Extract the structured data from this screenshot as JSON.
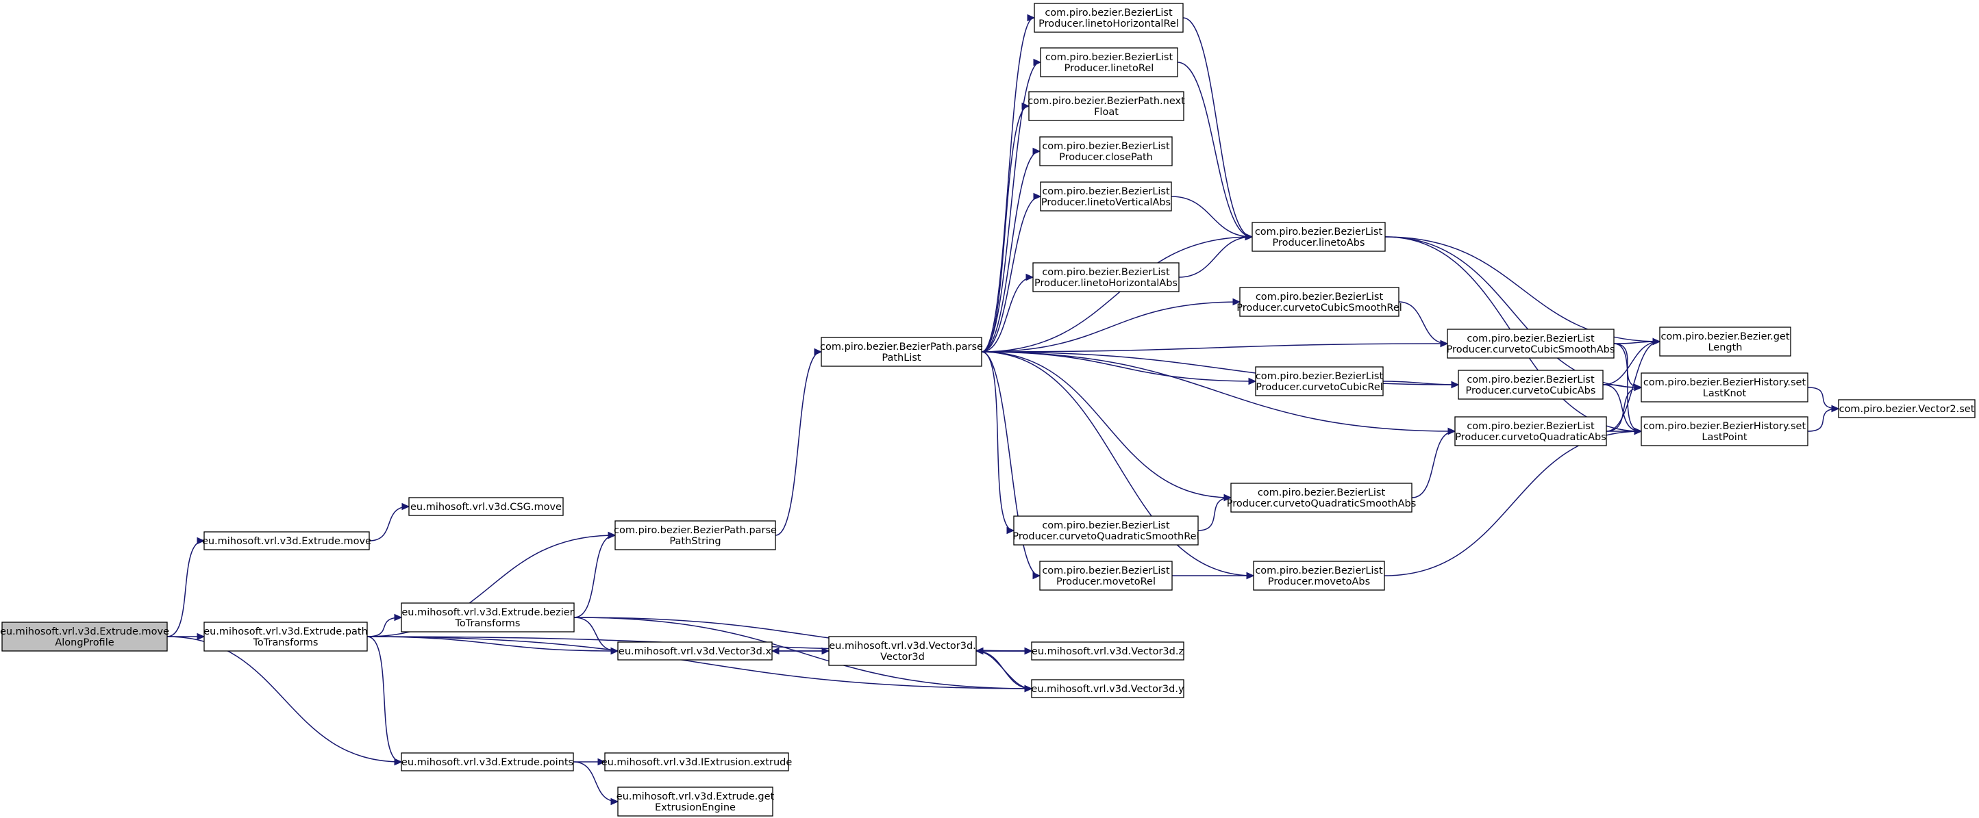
{
  "diagram": {
    "type": "call-graph",
    "colors": {
      "edge": "#191970",
      "root_fill": "#bfbfbf",
      "node_fill": "#ffffff",
      "node_stroke": "#000000"
    },
    "nodes": [
      {
        "id": "root",
        "lines": [
          "eu.mihosoft.vrl.v3d.Extrude.move",
          "AlongProfile"
        ],
        "root": true
      },
      {
        "id": "move",
        "lines": [
          "eu.mihosoft.vrl.v3d.Extrude.move"
        ]
      },
      {
        "id": "csgmove",
        "lines": [
          "eu.mihosoft.vrl.v3d.CSG.move"
        ]
      },
      {
        "id": "p2t",
        "lines": [
          "eu.mihosoft.vrl.v3d.Extrude.path",
          "ToTransforms"
        ]
      },
      {
        "id": "bez2t",
        "lines": [
          "eu.mihosoft.vrl.v3d.Extrude.bezier",
          "ToTransforms"
        ]
      },
      {
        "id": "points",
        "lines": [
          "eu.mihosoft.vrl.v3d.Extrude.points"
        ]
      },
      {
        "id": "parseStr",
        "lines": [
          "com.piro.bezier.BezierPath.parse",
          "PathString"
        ]
      },
      {
        "id": "vx",
        "lines": [
          "eu.mihosoft.vrl.v3d.Vector3d.x"
        ]
      },
      {
        "id": "iextrude",
        "lines": [
          "eu.mihosoft.vrl.v3d.IExtrusion.extrude"
        ]
      },
      {
        "id": "getEng",
        "lines": [
          "eu.mihosoft.vrl.v3d.Extrude.get",
          "ExtrusionEngine"
        ]
      },
      {
        "id": "parseList",
        "lines": [
          "com.piro.bezier.BezierPath.parse",
          "PathList"
        ]
      },
      {
        "id": "v3d",
        "lines": [
          "eu.mihosoft.vrl.v3d.Vector3d.",
          "Vector3d"
        ]
      },
      {
        "id": "vz",
        "lines": [
          "eu.mihosoft.vrl.v3d.Vector3d.z"
        ]
      },
      {
        "id": "vy",
        "lines": [
          "eu.mihosoft.vrl.v3d.Vector3d.y"
        ]
      },
      {
        "id": "lHRel",
        "lines": [
          "com.piro.bezier.BezierList",
          "Producer.linetoHorizontalRel"
        ]
      },
      {
        "id": "lRel",
        "lines": [
          "com.piro.bezier.BezierList",
          "Producer.linetoRel"
        ]
      },
      {
        "id": "nextF",
        "lines": [
          "com.piro.bezier.BezierPath.next",
          "Float"
        ]
      },
      {
        "id": "close",
        "lines": [
          "com.piro.bezier.BezierList",
          "Producer.closePath"
        ]
      },
      {
        "id": "lVAbs",
        "lines": [
          "com.piro.bezier.BezierList",
          "Producer.linetoVerticalAbs"
        ]
      },
      {
        "id": "lHAbs",
        "lines": [
          "com.piro.bezier.BezierList",
          "Producer.linetoHorizontalAbs"
        ]
      },
      {
        "id": "cQSRel",
        "lines": [
          "com.piro.bezier.BezierList",
          "Producer.curvetoQuadraticSmoothRel"
        ]
      },
      {
        "id": "mRel",
        "lines": [
          "com.piro.bezier.BezierList",
          "Producer.movetoRel"
        ]
      },
      {
        "id": "lAbs",
        "lines": [
          "com.piro.bezier.BezierList",
          "Producer.linetoAbs"
        ]
      },
      {
        "id": "cCSRel",
        "lines": [
          "com.piro.bezier.BezierList",
          "Producer.curvetoCubicSmoothRel"
        ]
      },
      {
        "id": "cCRel",
        "lines": [
          "com.piro.bezier.BezierList",
          "Producer.curvetoCubicRel"
        ]
      },
      {
        "id": "cQSAbs",
        "lines": [
          "com.piro.bezier.BezierList",
          "Producer.curvetoQuadraticSmoothAbs"
        ]
      },
      {
        "id": "mAbs",
        "lines": [
          "com.piro.bezier.BezierList",
          "Producer.movetoAbs"
        ]
      },
      {
        "id": "cCSAbs",
        "lines": [
          "com.piro.bezier.BezierList",
          "Producer.curvetoCubicSmoothAbs"
        ]
      },
      {
        "id": "cCAbs",
        "lines": [
          "com.piro.bezier.BezierList",
          "Producer.curvetoCubicAbs"
        ]
      },
      {
        "id": "cQAbs",
        "lines": [
          "com.piro.bezier.BezierList",
          "Producer.curvetoQuadraticAbs"
        ]
      },
      {
        "id": "getLen",
        "lines": [
          "com.piro.bezier.Bezier.get",
          "Length"
        ]
      },
      {
        "id": "setKnot",
        "lines": [
          "com.piro.bezier.BezierHistory.set",
          "LastKnot"
        ]
      },
      {
        "id": "setPoint",
        "lines": [
          "com.piro.bezier.BezierHistory.set",
          "LastPoint"
        ]
      },
      {
        "id": "v2set",
        "lines": [
          "com.piro.bezier.Vector2.set"
        ]
      }
    ],
    "edges": [
      [
        "root",
        "move"
      ],
      [
        "root",
        "p2t"
      ],
      [
        "root",
        "points"
      ],
      [
        "move",
        "csgmove"
      ],
      [
        "p2t",
        "parseStr"
      ],
      [
        "p2t",
        "bez2t"
      ],
      [
        "p2t",
        "vx"
      ],
      [
        "p2t",
        "vz"
      ],
      [
        "p2t",
        "vy"
      ],
      [
        "p2t",
        "points"
      ],
      [
        "bez2t",
        "parseStr"
      ],
      [
        "bez2t",
        "vx"
      ],
      [
        "bez2t",
        "vz"
      ],
      [
        "bez2t",
        "vy"
      ],
      [
        "points",
        "iextrude"
      ],
      [
        "points",
        "getEng"
      ],
      [
        "parseStr",
        "parseList"
      ],
      [
        "vx",
        "v3d"
      ],
      [
        "v3d",
        "vx"
      ],
      [
        "vz",
        "v3d"
      ],
      [
        "vy",
        "v3d"
      ],
      [
        "v3d",
        "vz"
      ],
      [
        "v3d",
        "vy"
      ],
      [
        "parseList",
        "lHRel"
      ],
      [
        "parseList",
        "lRel"
      ],
      [
        "parseList",
        "nextF"
      ],
      [
        "parseList",
        "close"
      ],
      [
        "parseList",
        "lVAbs"
      ],
      [
        "parseList",
        "lAbs"
      ],
      [
        "parseList",
        "lHAbs"
      ],
      [
        "parseList",
        "cCSRel"
      ],
      [
        "parseList",
        "cCSAbs"
      ],
      [
        "parseList",
        "cCRel"
      ],
      [
        "parseList",
        "cCAbs"
      ],
      [
        "parseList",
        "cQAbs"
      ],
      [
        "parseList",
        "cQSAbs"
      ],
      [
        "parseList",
        "cQSRel"
      ],
      [
        "parseList",
        "mRel"
      ],
      [
        "parseList",
        "mAbs"
      ],
      [
        "lHRel",
        "lAbs"
      ],
      [
        "lRel",
        "lAbs"
      ],
      [
        "lVAbs",
        "lAbs"
      ],
      [
        "lHAbs",
        "lAbs"
      ],
      [
        "lAbs",
        "getLen"
      ],
      [
        "lAbs",
        "setKnot"
      ],
      [
        "lAbs",
        "setPoint"
      ],
      [
        "cCSRel",
        "cCSAbs"
      ],
      [
        "cCSAbs",
        "getLen"
      ],
      [
        "cCSAbs",
        "setKnot"
      ],
      [
        "cCSAbs",
        "setPoint"
      ],
      [
        "cCRel",
        "cCAbs"
      ],
      [
        "cCAbs",
        "getLen"
      ],
      [
        "cCAbs",
        "setKnot"
      ],
      [
        "cCAbs",
        "setPoint"
      ],
      [
        "cQSRel",
        "cQSAbs"
      ],
      [
        "cQSAbs",
        "cQAbs"
      ],
      [
        "cQAbs",
        "getLen"
      ],
      [
        "cQAbs",
        "setKnot"
      ],
      [
        "cQAbs",
        "setPoint"
      ],
      [
        "mRel",
        "mAbs"
      ],
      [
        "mAbs",
        "setPoint"
      ],
      [
        "setKnot",
        "v2set"
      ],
      [
        "setPoint",
        "v2set"
      ]
    ]
  }
}
